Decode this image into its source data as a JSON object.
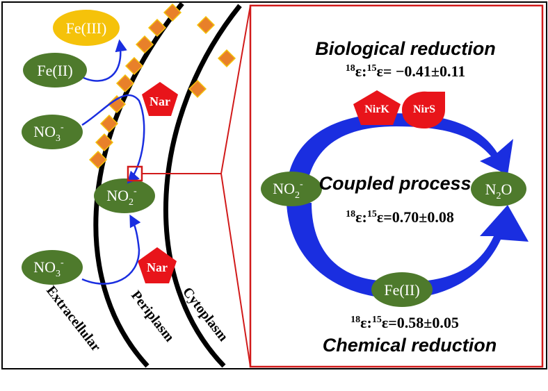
{
  "left_panel": {
    "fe3": "Fe(III)",
    "fe2": "Fe(II)",
    "no3_top": {
      "base": "NO",
      "sub": "3",
      "sup": "-"
    },
    "no2": {
      "base": "NO",
      "sub": "2",
      "sup": "-"
    },
    "no3_bottom": {
      "base": "NO",
      "sub": "3",
      "sup": "-"
    },
    "nar_top": "Nar",
    "nar_bottom": "Nar",
    "region_extracellular": "Extracellular",
    "region_periplasm": "Periplasm",
    "region_cytoplasm": "Cytoplasm"
  },
  "right_panel": {
    "bio_title": "Biological reduction",
    "bio_ratio": {
      "pre": "18",
      "mid": "ε:",
      "pre2": "15",
      "post": "ε= −0.41±0.11"
    },
    "nirk": "NirK",
    "nirs": "NirS",
    "no2": {
      "base": "NO",
      "sub": "2",
      "sup": "-"
    },
    "n2o": {
      "base": "N",
      "sub": "2",
      "tail": "O"
    },
    "coupled_title": "Coupled process",
    "coupled_ratio": {
      "pre": "18",
      "mid": "ε:",
      "pre2": "15",
      "post": "ε=0.70±0.08"
    },
    "fe2": "Fe(II)",
    "chem_ratio": {
      "pre": "18",
      "mid": "ε:",
      "pre2": "15",
      "post": "ε=0.58±0.05"
    },
    "chem_title": "Chemical reduction"
  },
  "colors": {
    "green": "#4e7a2c",
    "yellow": "#f5c20a",
    "orange": "#e8802a",
    "red": "#e8141a",
    "blue": "#1a2ee0",
    "frame_red": "#d11a1a"
  }
}
